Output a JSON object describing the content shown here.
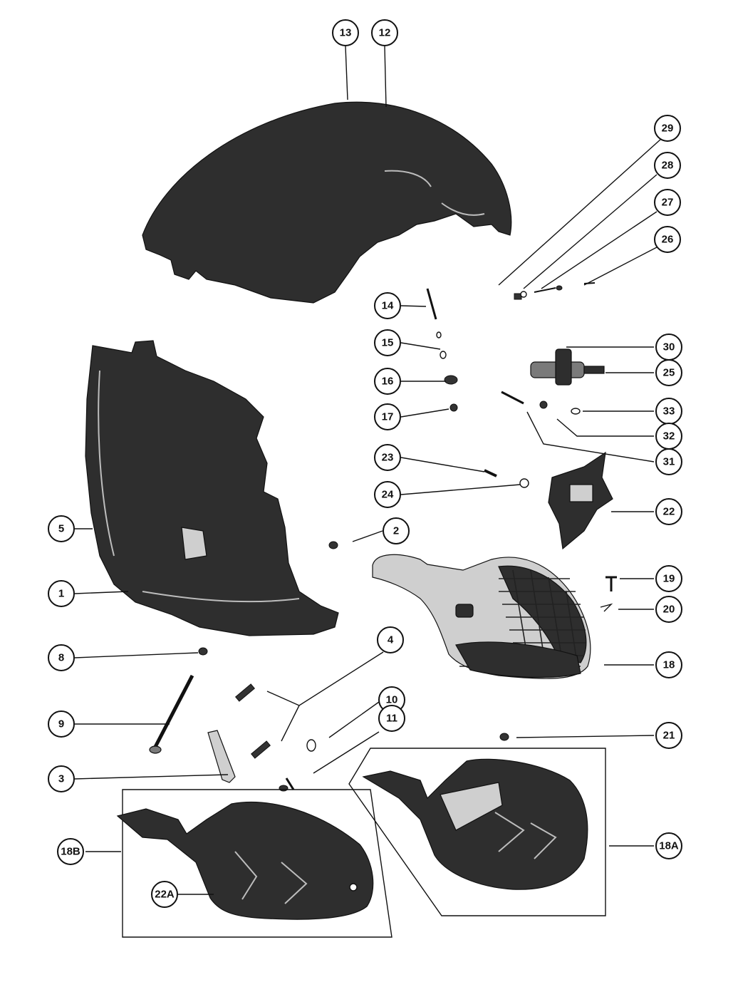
{
  "callouts": {
    "c1": "1",
    "c2": "2",
    "c3": "3",
    "c4": "4",
    "c5": "5",
    "c8": "8",
    "c9": "9",
    "c10": "10",
    "c11": "11",
    "c12": "12",
    "c13": "13",
    "c14": "14",
    "c15": "15",
    "c16": "16",
    "c17": "17",
    "c18": "18",
    "c18a": "18A",
    "c18b": "18B",
    "c19": "19",
    "c20": "20",
    "c21": "21",
    "c22": "22",
    "c22a": "22A",
    "c23": "23",
    "c24": "24",
    "c25": "25",
    "c26": "26",
    "c27": "27",
    "c28": "28",
    "c29": "29",
    "c30": "30",
    "c31": "31",
    "c32": "32",
    "c33": "33"
  },
  "colors": {
    "ink": "#111111",
    "shading": "#2e2e2e",
    "paper": "#ffffff"
  }
}
